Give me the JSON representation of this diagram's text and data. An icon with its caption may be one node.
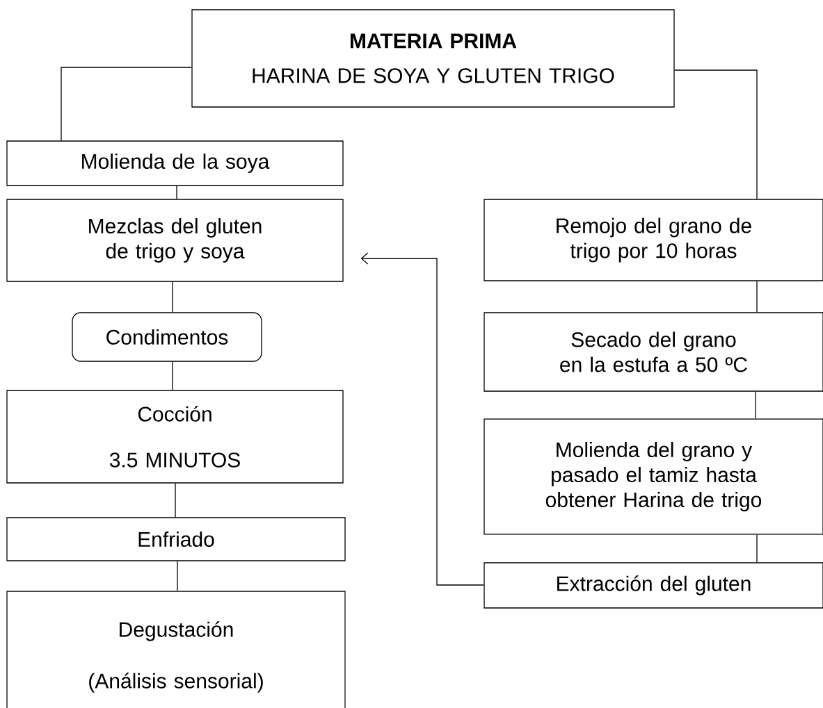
{
  "diagram": {
    "nodes": [
      {
        "text": [
          "MATERIA PRIMA",
          "HARINA DE SOYA Y GLUTEN TRIGO"
        ]
      },
      {
        "text": [
          "Molienda de la soya"
        ]
      },
      {
        "text": [
          "Mezclas del gluten de trigo y soya"
        ]
      },
      {
        "text": [
          "Condimentos"
        ]
      },
      {
        "text": [
          "Cocción",
          "3.5 MINUTOS"
        ]
      },
      {
        "text": [
          "Enfriado"
        ]
      },
      {
        "text": [
          "Degustación",
          "(Análisis sensorial)"
        ]
      },
      {
        "text": [
          "Remojo del grano de trigo por 10 horas"
        ]
      },
      {
        "text": [
          "Secado del grano en la estufa a 50 ºC"
        ]
      },
      {
        "text": [
          "Molienda del grano y pasado el tamiz hasta obtener Harina de trigo"
        ]
      },
      {
        "text": [
          "Extracción del gluten"
        ]
      }
    ],
    "edges": [
      {
        "from": 0,
        "to": 1,
        "arrow": "none"
      },
      {
        "from": 1,
        "to": 2,
        "arrow": "none"
      },
      {
        "from": 2,
        "to": 3,
        "arrow": "none"
      },
      {
        "from": 3,
        "to": 4,
        "arrow": "none"
      },
      {
        "from": 4,
        "to": 5,
        "arrow": "none"
      },
      {
        "from": 5,
        "to": 6,
        "arrow": "none"
      },
      {
        "from": 0,
        "to": 7,
        "arrow": "none"
      },
      {
        "from": 7,
        "to": 8,
        "arrow": "none"
      },
      {
        "from": 8,
        "to": 9,
        "arrow": "none"
      },
      {
        "from": 9,
        "to": 10,
        "arrow": "none"
      },
      {
        "from": 10,
        "to": 2,
        "arrow": "to"
      }
    ]
  }
}
